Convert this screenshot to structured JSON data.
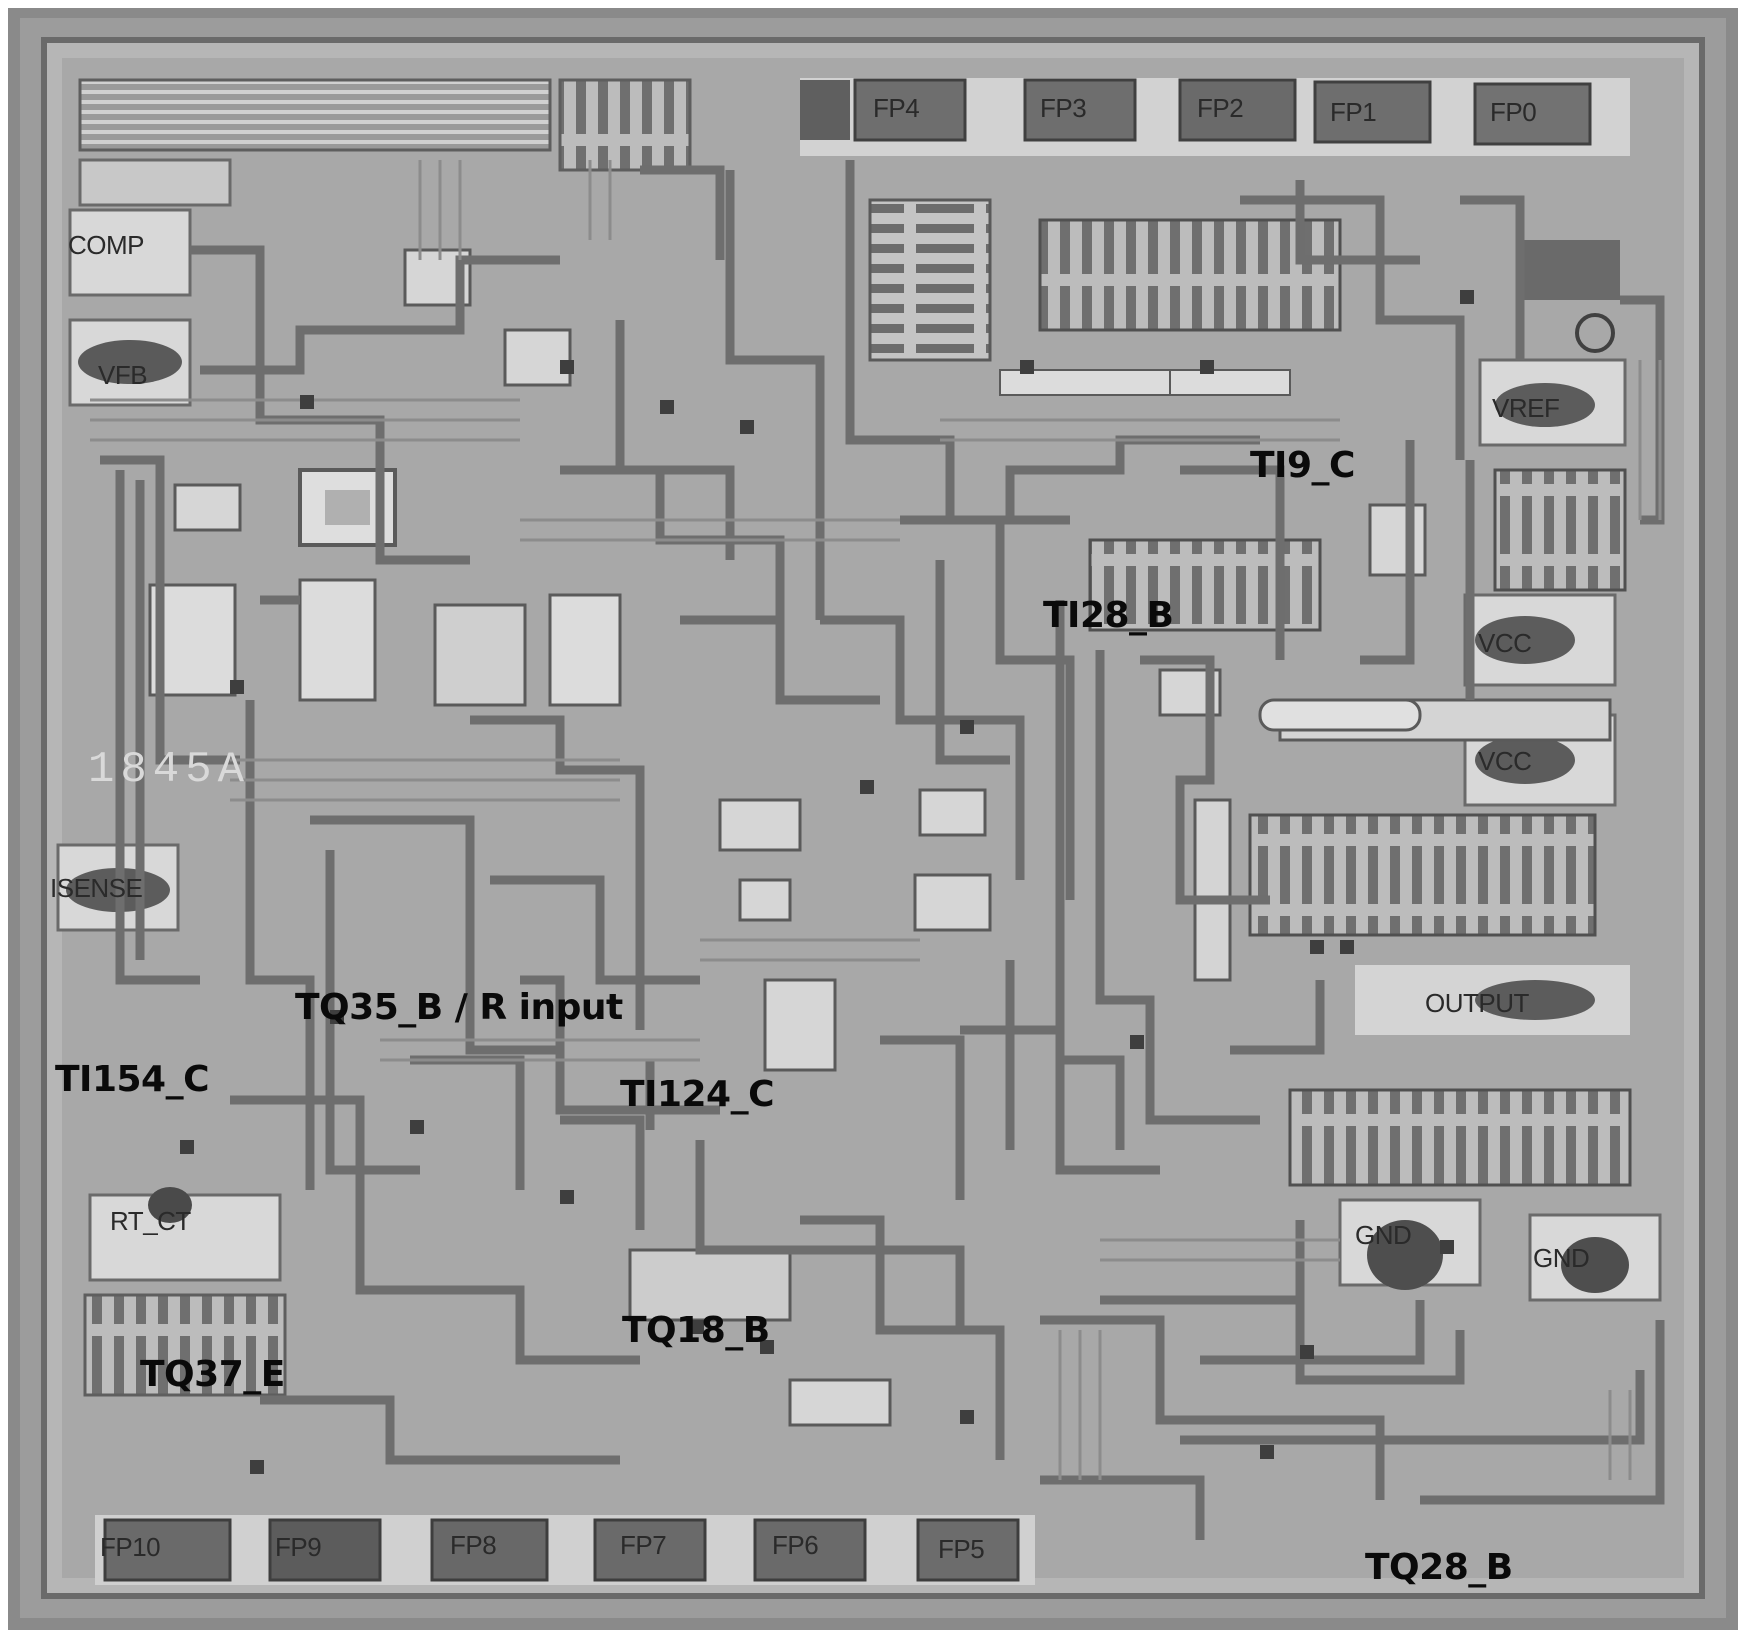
{
  "image": {
    "description_label": "die-micrograph",
    "chip_marking": "1845A"
  },
  "pads": {
    "top": [
      "FP4",
      "FP3",
      "FP2",
      "FP1",
      "FP0"
    ],
    "bottom": [
      "FP10",
      "FP9",
      "FP8",
      "FP7",
      "FP6",
      "FP5"
    ],
    "left": [
      "COMP",
      "VFB",
      "ISENSE",
      "RT_CT"
    ],
    "right": [
      "VREF",
      "VCC",
      "VCC",
      "OUTPUT",
      "GND",
      "GND"
    ]
  },
  "probe_points": [
    "TI9_C",
    "TI28_B",
    "TQ35_B / R input",
    "TI154_C",
    "TI124_C",
    "TQ18_B",
    "TQ37_E",
    "TQ28_B"
  ]
}
